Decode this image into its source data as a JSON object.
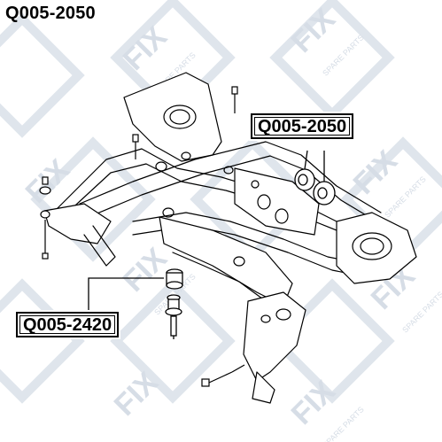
{
  "header": {
    "part_number": "Q005-2050"
  },
  "callouts": [
    {
      "id": "top",
      "label": "Q005-2050"
    },
    {
      "id": "bottom",
      "label": "Q005-2420"
    }
  ],
  "watermark": {
    "logo_text": "FIX",
    "tagline": "SPARE PARTS"
  },
  "colors": {
    "line": "#000000",
    "watermark": "#dde3ea",
    "background": "#ffffff"
  }
}
